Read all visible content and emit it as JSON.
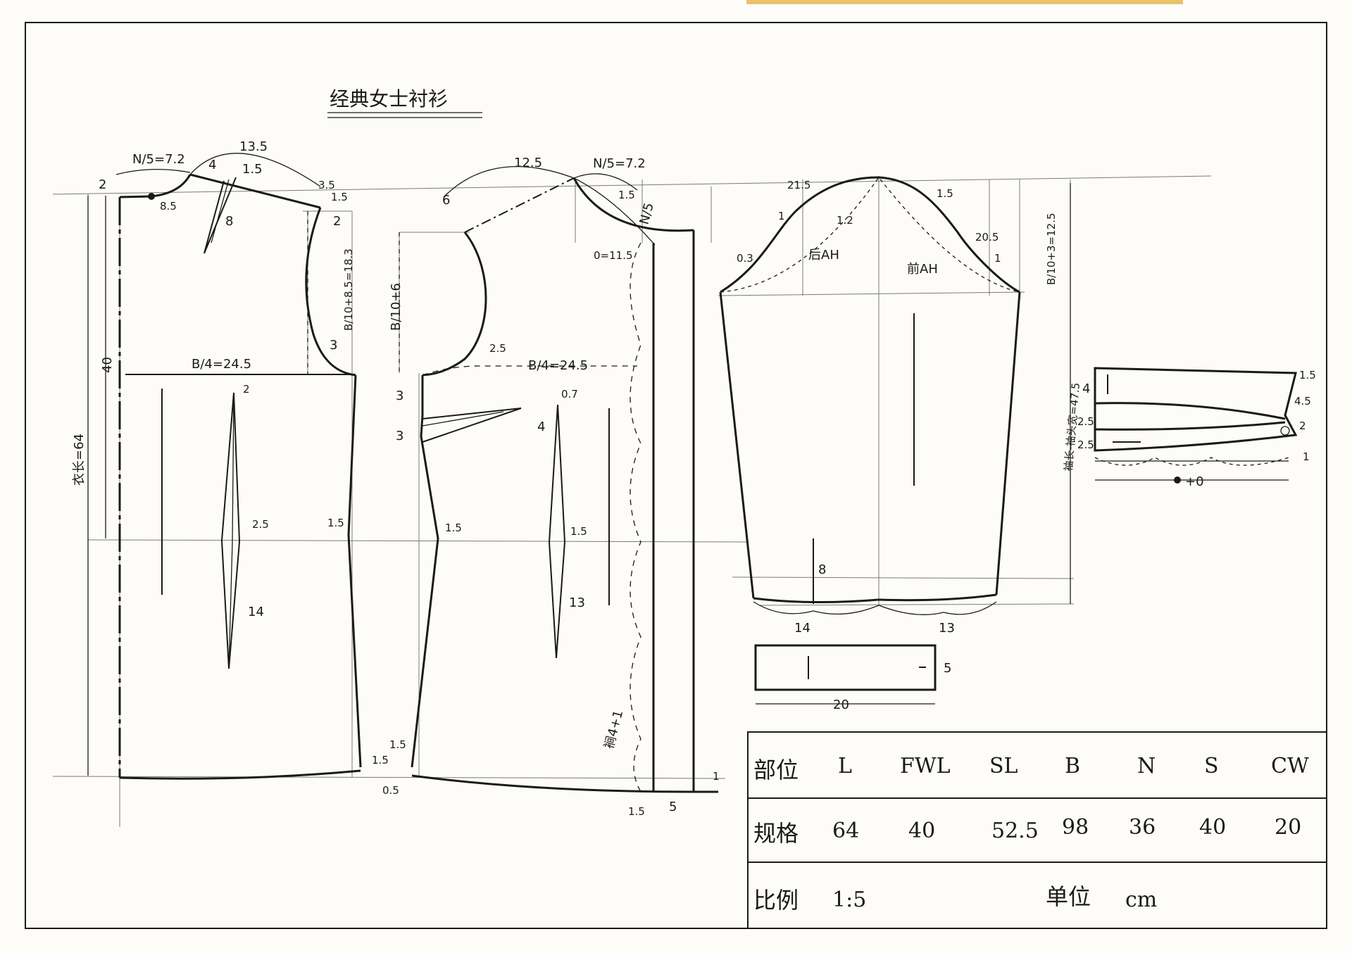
{
  "title": "经典女士衬衫",
  "back_bodice": {
    "neck_width": "N/5=7.2",
    "neck_depth_left": "2",
    "neck_point_mark": "8.5",
    "shoulder_len": "13.5",
    "shoulder_dart_w": "4",
    "shoulder_dart_1_5": "1.5",
    "shoulder_dart_len": "8",
    "shoulder_drop": "3.5",
    "shoulder_ext": "1.5",
    "armhole_2": "2",
    "armhole_depth": "B/10+8.5=18.3",
    "armhole_3": "3",
    "chest_width": "B/4=24.5",
    "waist_from_top": "40",
    "length": "衣长=64",
    "dart_top": "2",
    "dart_w": "2.5",
    "dart_len": "14",
    "side_waist": "1.5",
    "hem_side": "1.5",
    "hem_rise": "0.5"
  },
  "front_bodice": {
    "shoulder_len": "12.5",
    "neck_width": "N/5=7.2",
    "neck_depth": "N/5",
    "neck_curve": "0=11.5",
    "shoulder_6": "6",
    "neck_1_5": "1.5",
    "armhole_depth": "B/10+6",
    "armhole_2_5": "2.5",
    "chest_width": "B/4=24.5",
    "chest_0_7": "0.7",
    "side_dart_3a": "3",
    "side_dart_3b": "3",
    "side_dart_4": "4",
    "side_waist": "1.5",
    "dart_w": "1.5",
    "dart_len": "13",
    "hem_side": "1.5",
    "placket": "裥4+1",
    "hem_1_5": "1.5",
    "hem_5": "5",
    "hem_1": "1"
  },
  "sleeve": {
    "back_ah_len": "21.5",
    "back_ah": "后AH",
    "front_ah": "前AH",
    "pt_1": "1",
    "pt_1_2": "1.2",
    "pt_1_5": "1.5",
    "pt_20_5": "20.5",
    "pt_1b": "1",
    "pt_0_3": "0.3",
    "cap_height": "B/10+3=12.5",
    "sleeve_length": "袖长-袖头宽=47.5",
    "slit_len": "8",
    "hem_back": "14",
    "hem_front": "13"
  },
  "cuff": {
    "w_top": "4",
    "w_mid": "2.5",
    "w_bottom": "2.5",
    "r_1_5": "1.5",
    "r_4_5": "4.5",
    "r_2": "2",
    "r_1": "1",
    "length": "+0"
  },
  "band": {
    "length": "20",
    "width": "5"
  },
  "table": {
    "row_label_1": "部位",
    "row_label_2": "规格",
    "row_label_3": "比例",
    "headers": [
      "L",
      "FWL",
      "SL",
      "B",
      "N",
      "S",
      "CW"
    ],
    "values": [
      "64",
      "40",
      "52.5",
      "98",
      "36",
      "40",
      "20"
    ],
    "scale": "1:5",
    "unit_label": "单位",
    "unit": "cm"
  }
}
